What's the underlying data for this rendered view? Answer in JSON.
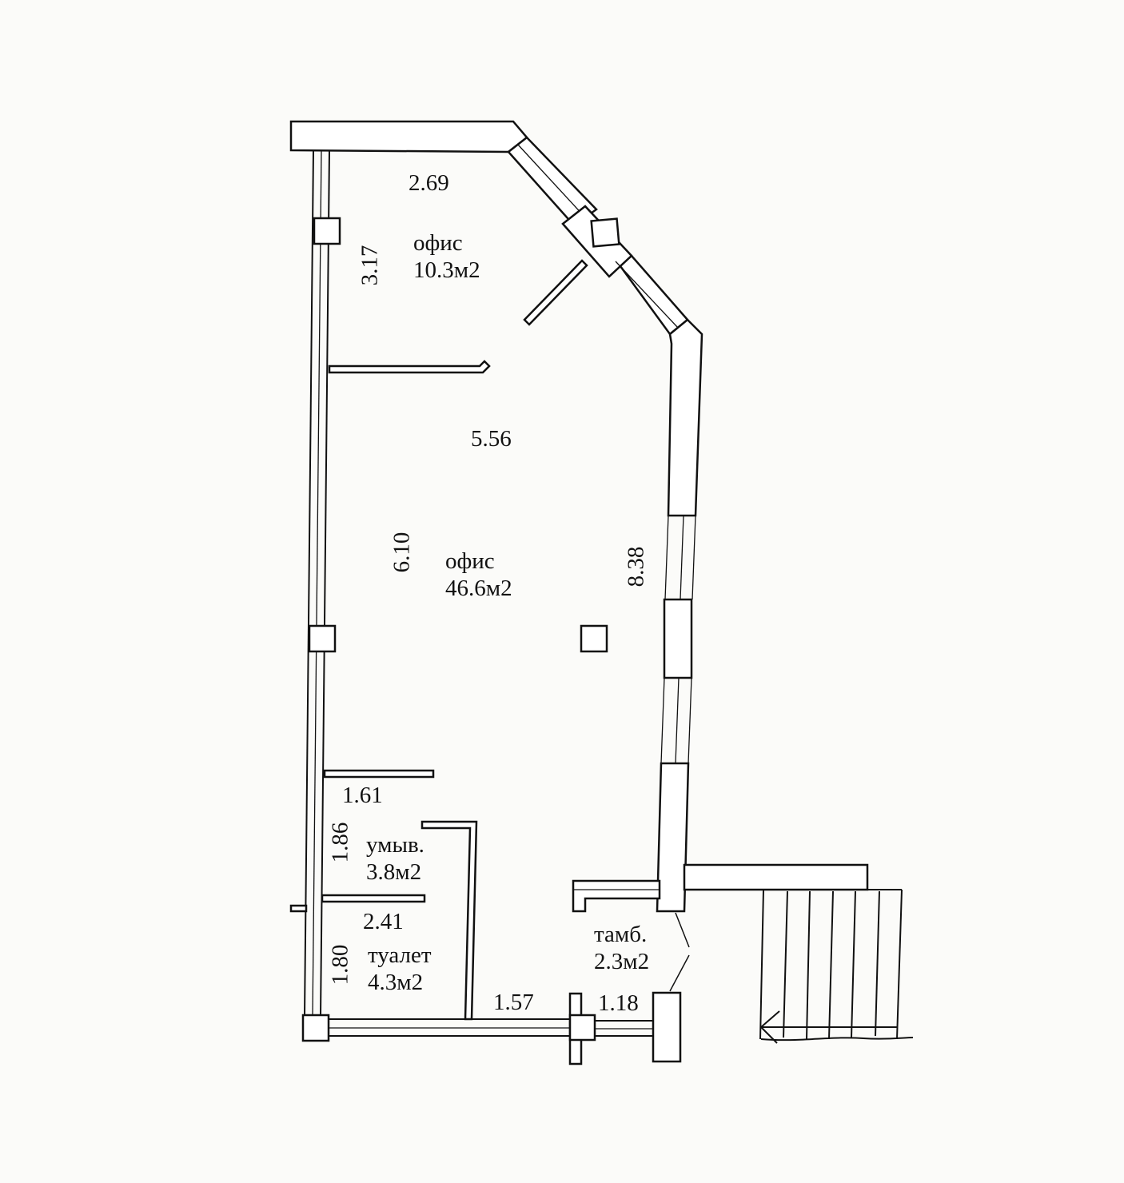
{
  "plan": {
    "stroke_color": "#111111",
    "fill_color": "#ffffff",
    "background_color": "#fbfbf9",
    "rooms": [
      {
        "name": "офис",
        "area": "10.3м2"
      },
      {
        "name": "офис",
        "area": "46.6м2"
      },
      {
        "name": "умыв.",
        "area": "3.8м2"
      },
      {
        "name": "туалет",
        "area": "4.3м2"
      },
      {
        "name": "тамб.",
        "area": "2.3м2"
      }
    ],
    "dimensions": {
      "office_small_width": "2.69",
      "office_small_height": "3.17",
      "office_large_width": "5.56",
      "office_large_left": "6.10",
      "office_large_right": "8.38",
      "washroom_width": "1.61",
      "washroom_height": "1.86",
      "toilet_width": "2.41",
      "toilet_height": "1.80",
      "bottom_wall_segment": "1.57",
      "vestibule_width": "1.18"
    }
  }
}
